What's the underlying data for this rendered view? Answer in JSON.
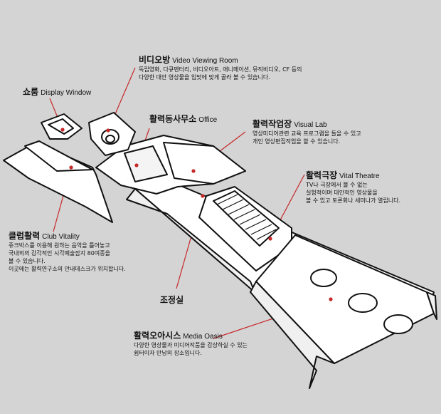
{
  "colors": {
    "background": "#d4d4d4",
    "leader": "#c62828",
    "structure": "#111111",
    "face": "#ffffff"
  },
  "labels": {
    "video_room": {
      "ko": "비디오방",
      "en": "Video Viewing Room",
      "desc": [
        "독립영화, 다큐멘터리, 비디오아트, 애니메이션, 뮤직비디오, CF 등의",
        "다양한 대안 영상물을 입맛에 맞게 골라 볼 수 있습니다."
      ]
    },
    "showroom": {
      "ko": "쇼룸",
      "en": "Display Window"
    },
    "office": {
      "ko": "활력동사무소",
      "en": "Office"
    },
    "visual_lab": {
      "ko": "활력작업장",
      "en": "Visual Lab",
      "desc": [
        "영상미디어관련 교육 프로그램을 들을 수 있고",
        "개인 영상편집작업을 할 수 있습니다."
      ]
    },
    "theatre": {
      "ko": "활력극장",
      "en": "Vital Theatre",
      "desc": [
        "TV나 극장에서 볼 수 없는",
        "실험적이며 대안적인 영상물을",
        "볼 수 있고 토론회나 세미나가 열립니다."
      ]
    },
    "club": {
      "ko": "클럽활력",
      "en": "Club Vitality",
      "desc": [
        "쥬크박스를 이용해 원하는 음악을 틀어놓고",
        "국내외의 감각적인 시각예술잡지 80여종을",
        "볼 수 있습니다.",
        "이곳에는 활력연구소의 안내데스크가 위치합니다."
      ]
    },
    "control": {
      "ko": "조정실"
    },
    "oasis": {
      "ko": "활력오아시스",
      "en": "Media Oasis",
      "desc": [
        "다양한 영상물과 미디어작품을 감상하실 수 있는",
        "쉼터이자 만남의 장소입니다."
      ]
    }
  }
}
